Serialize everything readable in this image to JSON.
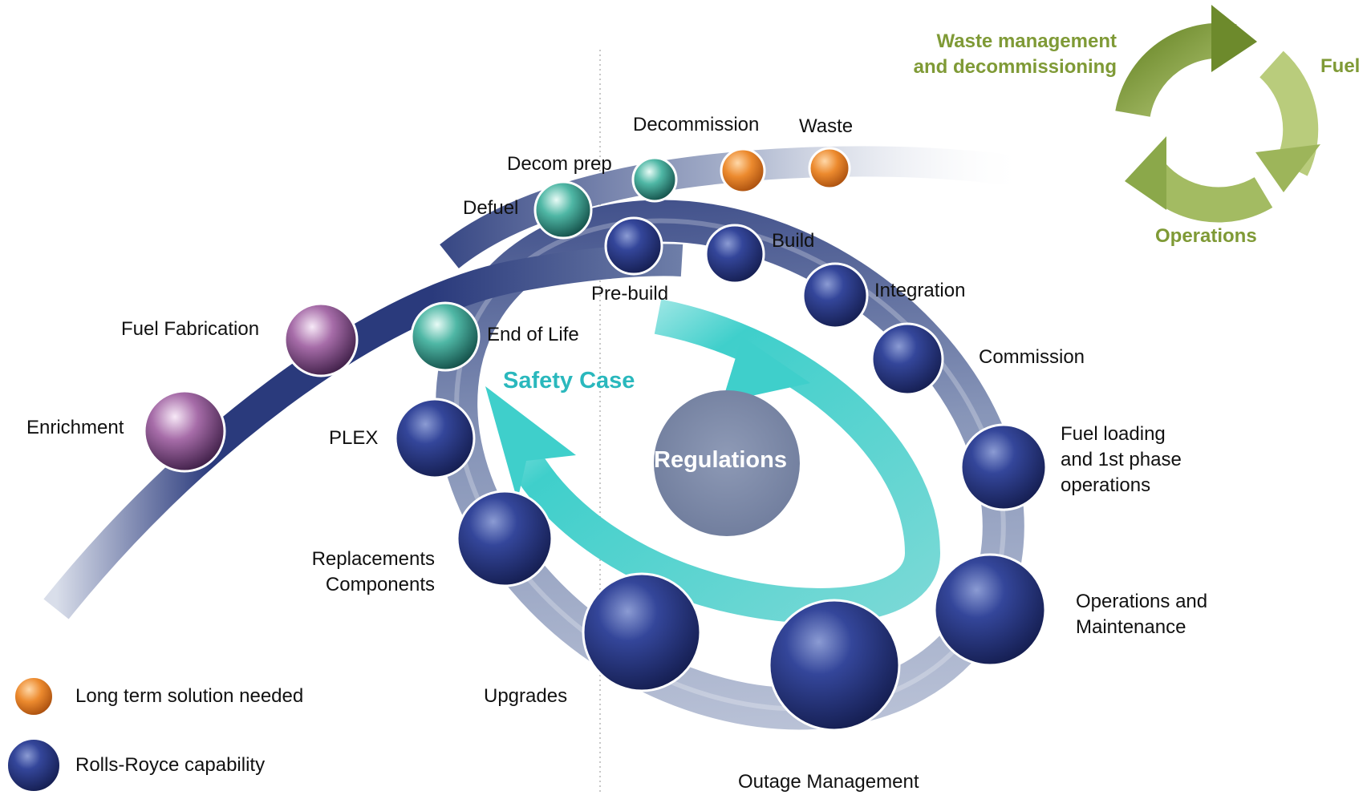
{
  "cycle": {
    "waste_label": "Waste management\nand decommissioning",
    "fuel_label": "Fuel",
    "operations_label": "Operations"
  },
  "center": {
    "regulations_label": "Regulations",
    "safety_case_label": "Safety Case"
  },
  "fuel_chain": {
    "enrichment": "Enrichment",
    "fuel_fabrication": "Fuel Fabrication",
    "defuel": "Defuel",
    "decom_prep": "Decom prep",
    "decommission": "Decommission",
    "waste": "Waste"
  },
  "lifecycle": {
    "pre_build": "Pre-build",
    "build": "Build",
    "integration": "Integration",
    "commission": "Commission",
    "fuel_loading": "Fuel loading\nand 1st phase\noperations",
    "operations_maintenance": "Operations and\nMaintenance",
    "outage_management": "Outage Management",
    "upgrades": "Upgrades",
    "replacements": "Replacements\nComponents",
    "plex": "PLEX",
    "end_of_life": "End of Life"
  },
  "legend": {
    "long_term": "Long term solution needed",
    "rolls_royce": "Rolls-Royce capability"
  },
  "colors": {
    "navy": "#25316f",
    "teal": "#2e9e8c",
    "purple": "#8b4f8e",
    "orange": "#e8832a",
    "olive": "#7f9a36",
    "cyan": "#3fcfcb",
    "regulations_fill": "#7d8aa8"
  }
}
